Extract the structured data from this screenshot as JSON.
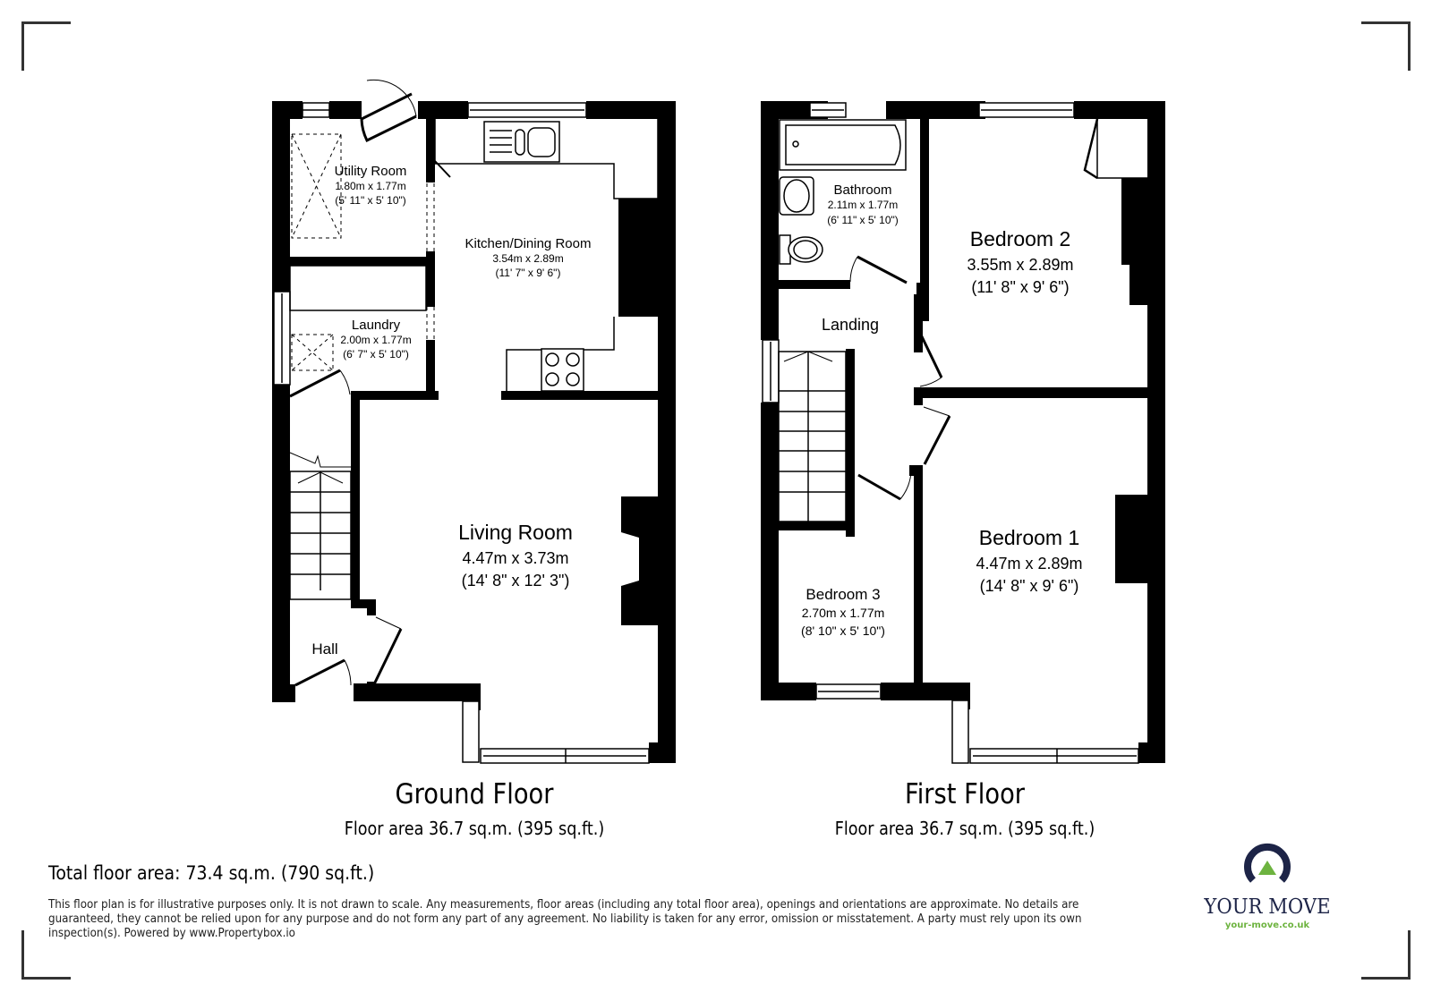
{
  "floors": [
    {
      "title": "Ground Floor",
      "area": "Floor area 36.7 sq.m. (395 sq.ft.)",
      "rooms": [
        {
          "name": "Utility Room",
          "metric": "1.80m x 1.77m",
          "imperial": "(5' 11\" x 5' 10\")"
        },
        {
          "name": "Kitchen/Dining Room",
          "metric": "3.54m x 2.89m",
          "imperial": "(11' 7\" x 9' 6\")"
        },
        {
          "name": "Laundry",
          "metric": "2.00m x 1.77m",
          "imperial": "(6' 7\" x 5' 10\")"
        },
        {
          "name": "Living Room",
          "metric": "4.47m x 3.73m",
          "imperial": "(14' 8\" x 12' 3\")"
        },
        {
          "name": "Hall"
        }
      ]
    },
    {
      "title": "First Floor",
      "area": "Floor area 36.7 sq.m. (395 sq.ft.)",
      "rooms": [
        {
          "name": "Bathroom",
          "metric": "2.11m x 1.77m",
          "imperial": "(6' 11\" x 5' 10\")"
        },
        {
          "name": "Bedroom 2",
          "metric": "3.55m x 2.89m",
          "imperial": "(11' 8\" x 9' 6\")"
        },
        {
          "name": "Landing"
        },
        {
          "name": "Bedroom 3",
          "metric": "2.70m x 1.77m",
          "imperial": "(8' 10\" x 5' 10\")"
        },
        {
          "name": "Bedroom 1",
          "metric": "4.47m x 2.89m",
          "imperial": "(14' 8\" x 9' 6\")"
        }
      ]
    }
  ],
  "total_area": "Total floor area: 73.4 sq.m. (790 sq.ft.)",
  "disclaimer": "This floor plan is for illustrative purposes only. It is not drawn to scale. Any measurements, floor areas (including any total floor area), openings and orientations are approximate. No details are guaranteed, they cannot be relied upon for any purpose and do not form any part of any agreement. No liability is taken for any error, omission or misstatement. A party must rely upon its own inspection(s). Powered by www.Propertybox.io",
  "logo": {
    "brand": "YOUR MOVE",
    "url": "your-move.co.uk",
    "colors": {
      "navy": "#1d2447",
      "green": "#6db33f"
    }
  },
  "colors": {
    "wall": "#000000",
    "background": "#ffffff",
    "corner": "#333333"
  }
}
